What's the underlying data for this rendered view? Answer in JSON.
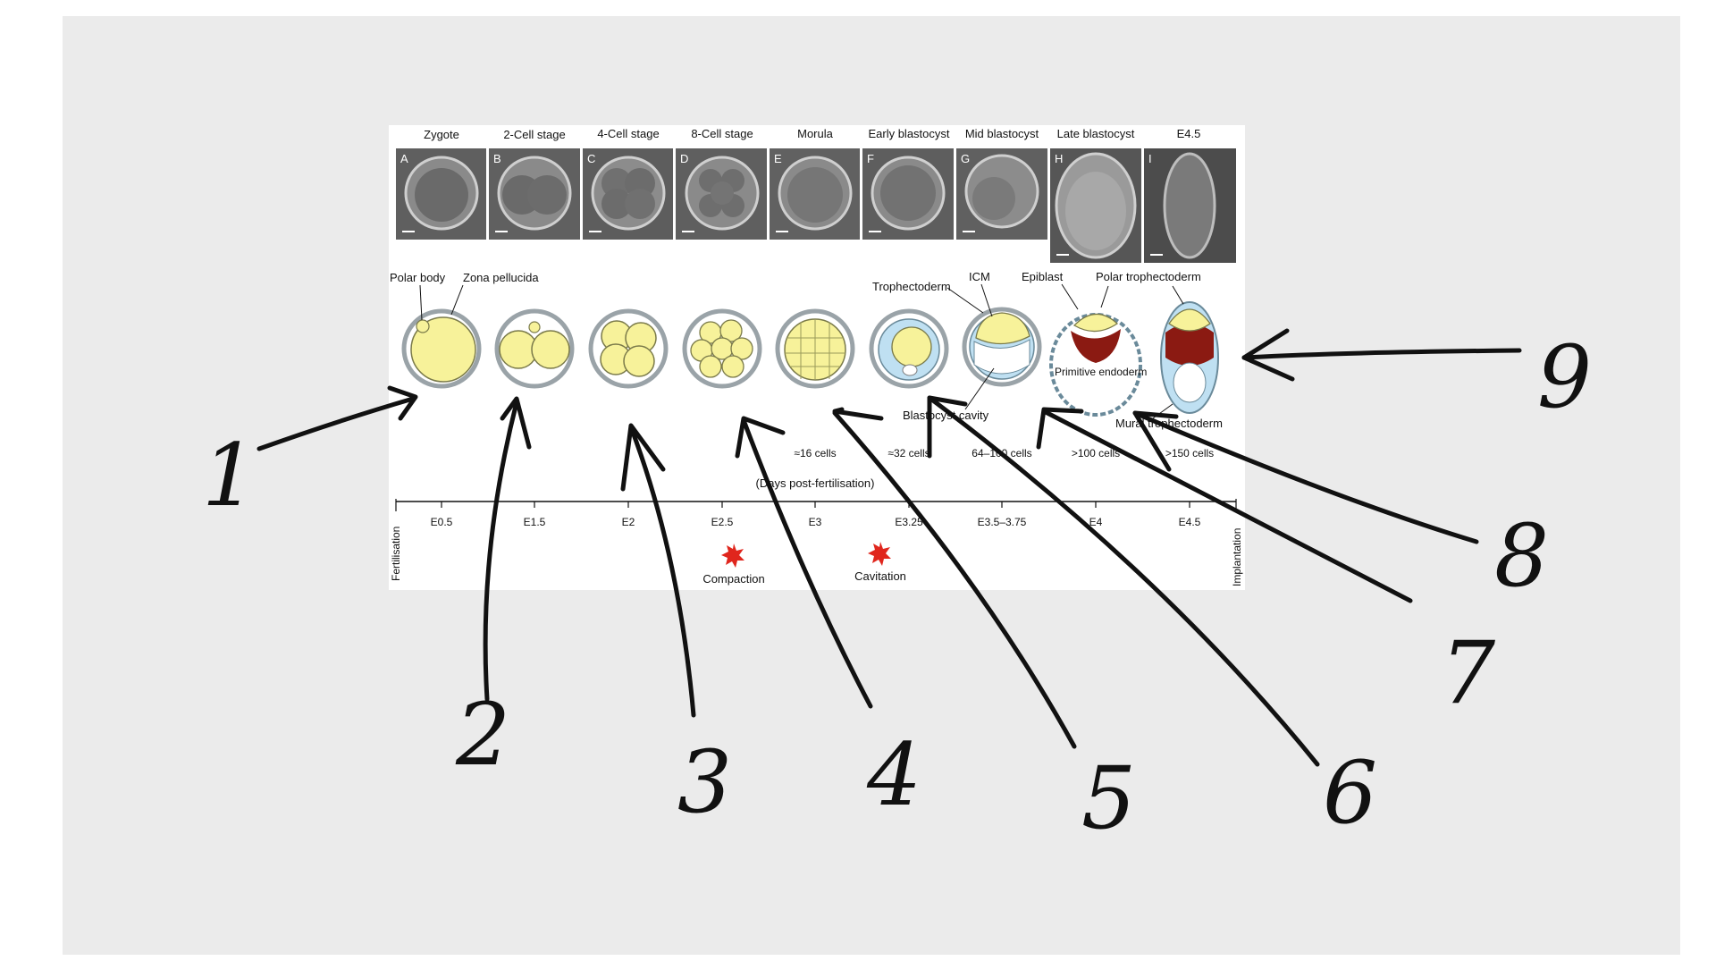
{
  "stages": [
    {
      "panel": "A",
      "title": "Zygote",
      "time": "E0.5"
    },
    {
      "panel": "B",
      "title": "2-Cell stage",
      "time": "E1.5"
    },
    {
      "panel": "C",
      "title": "4-Cell stage",
      "time": "E2"
    },
    {
      "panel": "D",
      "title": "8-Cell stage",
      "time": "E2.5"
    },
    {
      "panel": "E",
      "title": "Morula",
      "time": "E3"
    },
    {
      "panel": "F",
      "title": "Early blastocyst",
      "time": "E3.25"
    },
    {
      "panel": "G",
      "title": "Mid blastocyst",
      "time": "E3.5–3.75"
    },
    {
      "panel": "H",
      "title": "Late blastocyst",
      "time": "E4"
    },
    {
      "panel": "I",
      "title": "E4.5",
      "time": "E4.5"
    }
  ],
  "labels": {
    "polar_body": "Polar body",
    "zona_pellucida": "Zona pellucida",
    "trophectoderm": "Trophectoderm",
    "icm": "ICM",
    "epiblast": "Epiblast",
    "polar_trophectoderm": "Polar trophectoderm",
    "primitive_endoderm": "Primitive endoderm",
    "blastocyst_cavity": "Blastocyst cavity",
    "mural_trophectoderm": "Mural trophectoderm"
  },
  "cell_counts": [
    "≈16 cells",
    "≈32 cells",
    "64–100 cells",
    ">100 cells",
    ">150 cells"
  ],
  "axis": {
    "title": "(Days post-fertilisation)",
    "start": "Fertilisation",
    "end": "Implantation"
  },
  "events": [
    {
      "label": "Compaction"
    },
    {
      "label": "Cavitation"
    }
  ],
  "handwritten_numbers": [
    "1",
    "2",
    "3",
    "4",
    "5",
    "6",
    "7",
    "8",
    "9"
  ],
  "colors": {
    "cell_yellow": "#f7f29a",
    "cell_outline": "#7a7a4a",
    "zona_grey": "#9aa3a8",
    "trophectoderm_blue": "#bfe0f2",
    "primitive_endoderm": "#8b1a12",
    "star_red": "#e0261d",
    "ink": "#111111"
  }
}
